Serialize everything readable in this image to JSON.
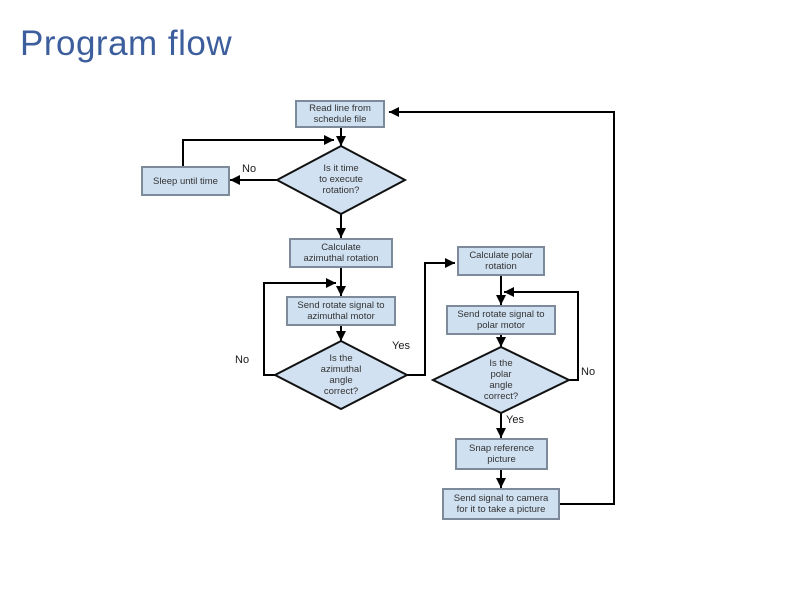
{
  "slide": {
    "title": "Program flow"
  },
  "colors": {
    "title_text": "#3d5e9d",
    "node_fill": "#cfe0f1",
    "node_border": "#7d8a99",
    "diamond_border": "#111111",
    "connector": "#000000",
    "node_text": "#333333",
    "background": "#ffffff"
  },
  "flowchart": {
    "nodes": {
      "read_line": {
        "type": "process",
        "label": "Read line from\nschedule file"
      },
      "sleep": {
        "type": "process",
        "label": "Sleep until time"
      },
      "time_check": {
        "type": "decision",
        "label": "Is it time\nto execute\nrotation?"
      },
      "calc_azimuthal": {
        "type": "process",
        "label": "Calculate\nazimuthal rotation"
      },
      "send_azimuthal": {
        "type": "process",
        "label": "Send rotate signal to\nazimuthal motor"
      },
      "azimuthal_check": {
        "type": "decision",
        "label": "Is the\nazimuthal\nangle\ncorrect?"
      },
      "calc_polar": {
        "type": "process",
        "label": "Calculate polar\nrotation"
      },
      "send_polar": {
        "type": "process",
        "label": "Send rotate signal to\npolar motor"
      },
      "polar_check": {
        "type": "decision",
        "label": "Is the\npolar\nangle\ncorrect?"
      },
      "snap_reference": {
        "type": "process",
        "label": "Snap reference\npicture"
      },
      "send_camera": {
        "type": "process",
        "label": "Send signal to camera\nfor it to take a picture"
      }
    },
    "edge_labels": {
      "time_no": "No",
      "azimuthal_no": "No",
      "azimuthal_yes": "Yes",
      "polar_no": "No",
      "polar_yes": "Yes"
    }
  }
}
